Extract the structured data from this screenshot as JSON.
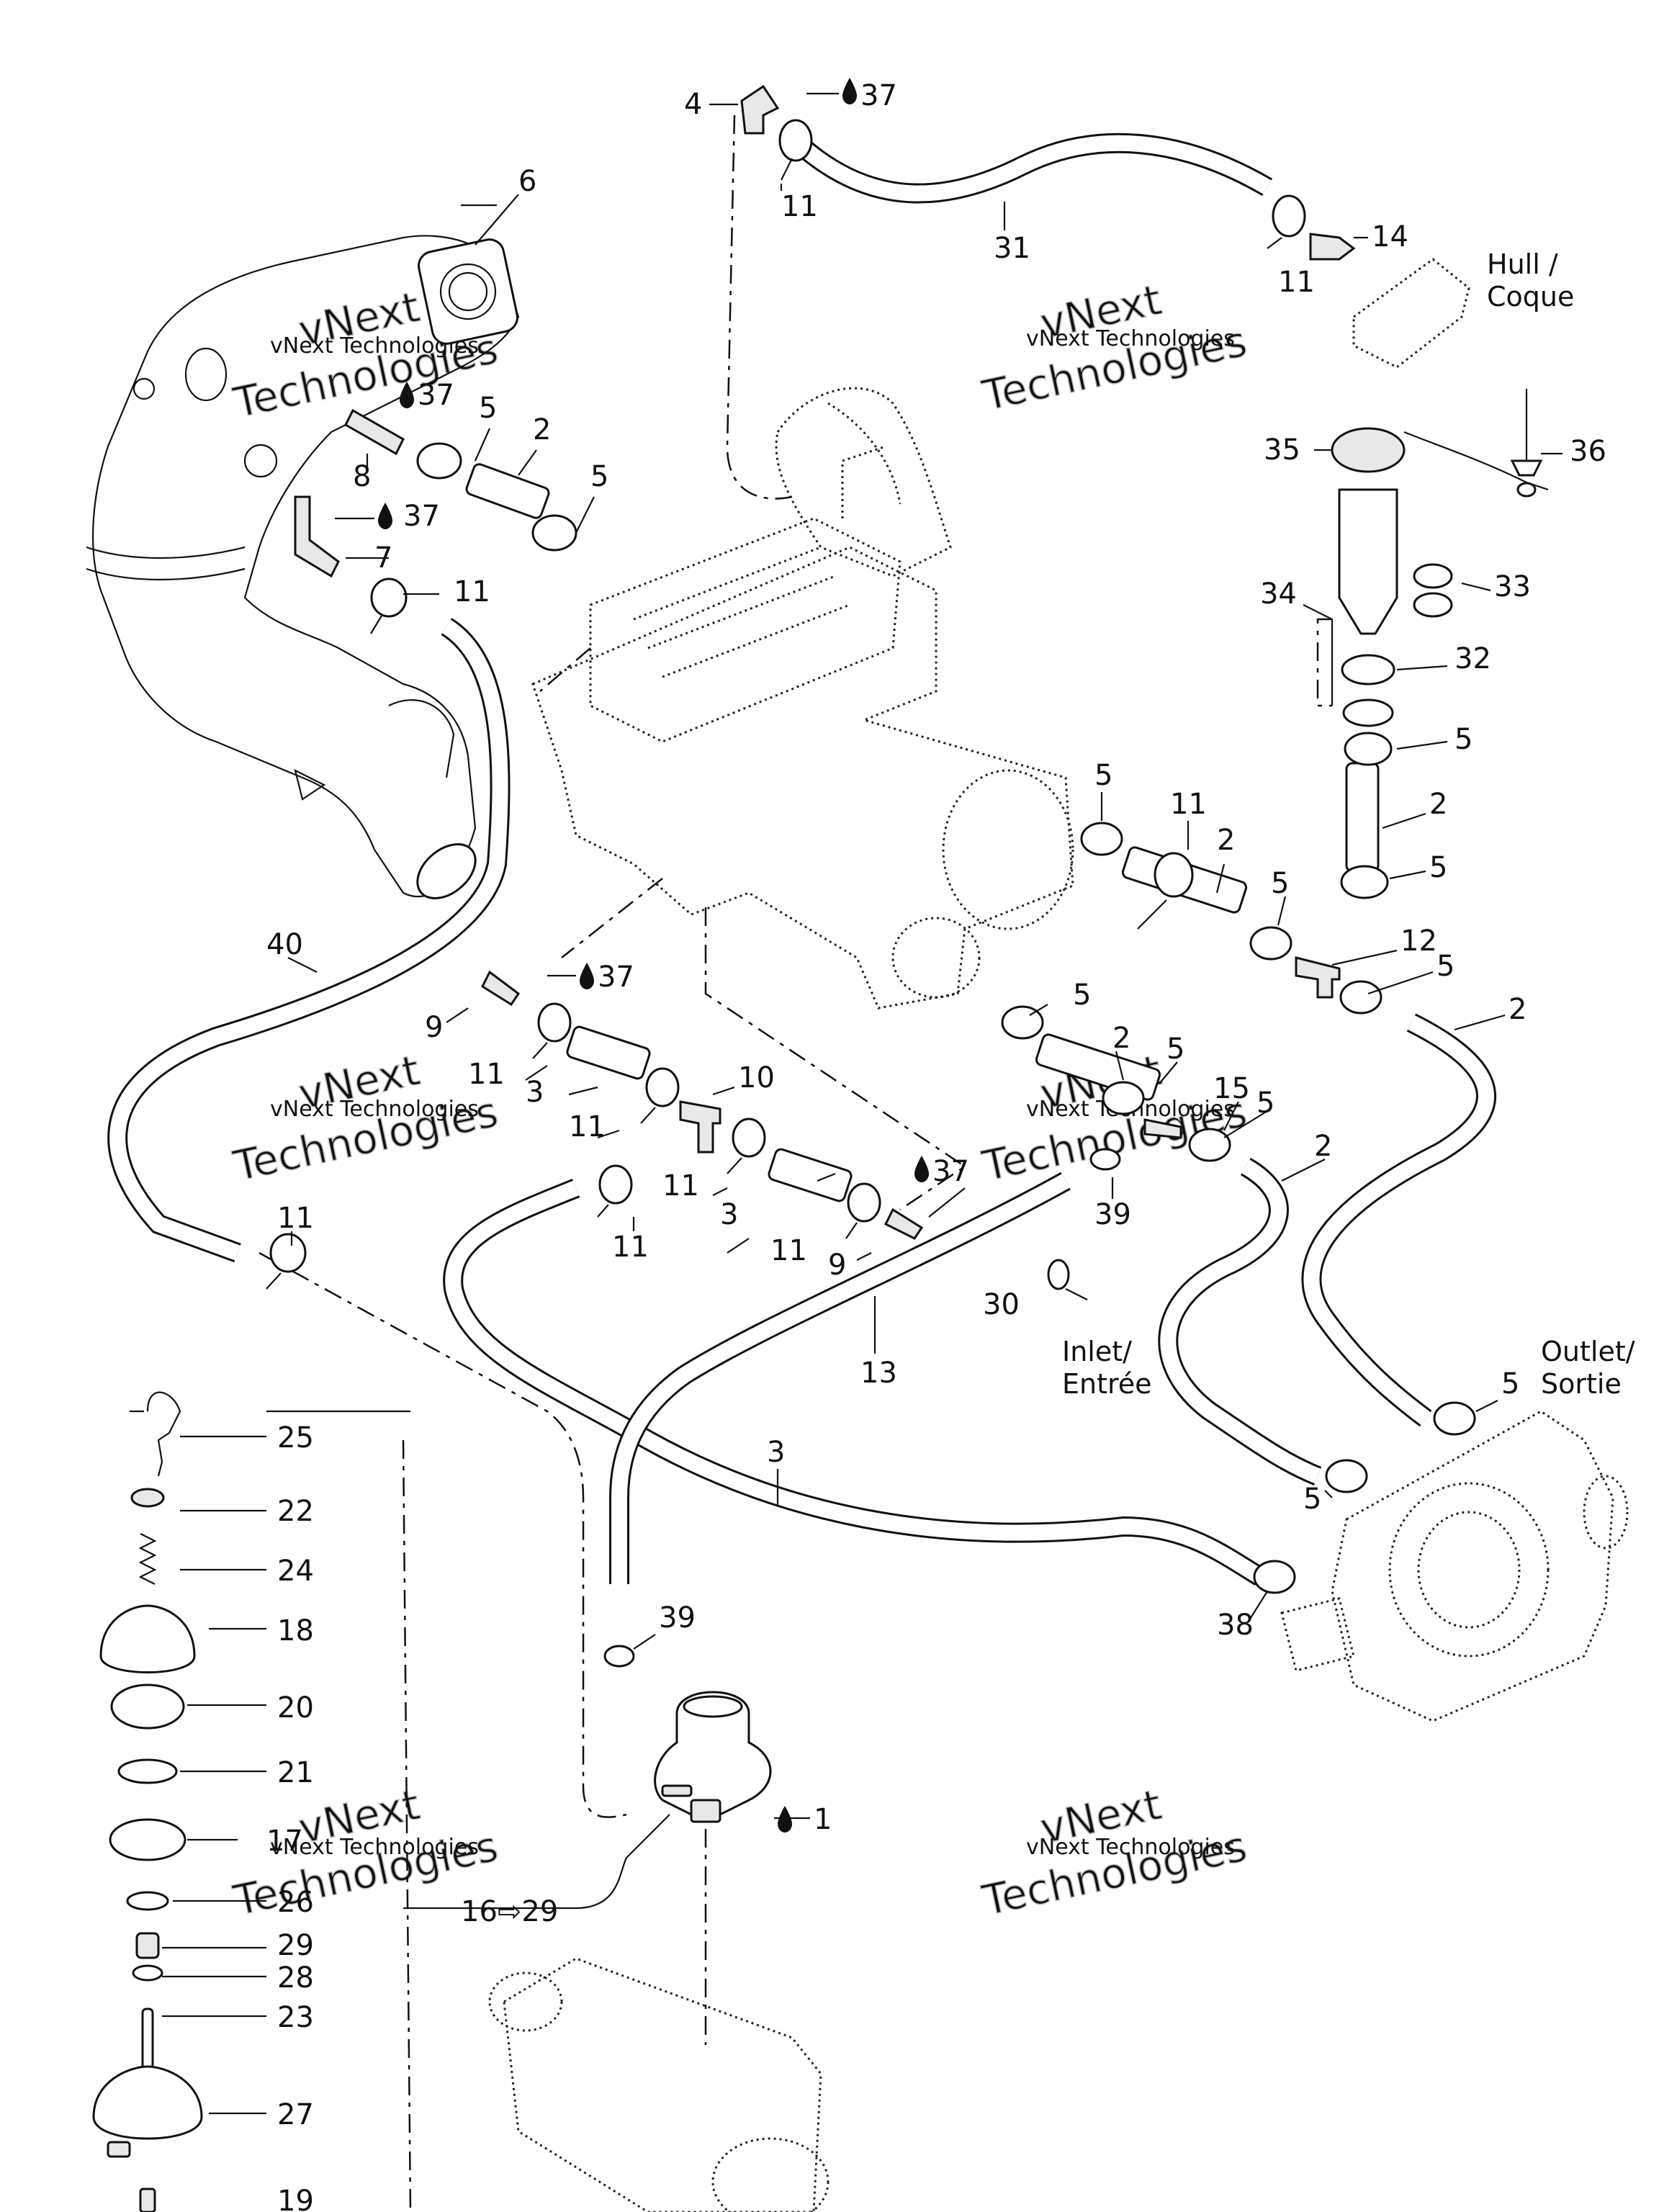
{
  "callouts": [
    {
      "id": "c4a",
      "text": "4"
    },
    {
      "id": "c37a",
      "text": "37"
    },
    {
      "id": "c11a",
      "text": "11"
    },
    {
      "id": "c31",
      "text": "31"
    },
    {
      "id": "c11b",
      "text": "11"
    },
    {
      "id": "c14",
      "text": "14"
    },
    {
      "id": "c6",
      "text": "6"
    },
    {
      "id": "c37b",
      "text": "37"
    },
    {
      "id": "c5a",
      "text": "5"
    },
    {
      "id": "c2a",
      "text": "2"
    },
    {
      "id": "c8",
      "text": "8"
    },
    {
      "id": "c5b",
      "text": "5"
    },
    {
      "id": "c37c",
      "text": "37"
    },
    {
      "id": "c7",
      "text": "7"
    },
    {
      "id": "c11c",
      "text": "11"
    },
    {
      "id": "c35",
      "text": "35"
    },
    {
      "id": "c36",
      "text": "36"
    },
    {
      "id": "c34",
      "text": "34"
    },
    {
      "id": "c33",
      "text": "33"
    },
    {
      "id": "c32",
      "text": "32"
    },
    {
      "id": "c5c",
      "text": "5"
    },
    {
      "id": "c2b",
      "text": "2"
    },
    {
      "id": "c5d",
      "text": "5"
    },
    {
      "id": "c5e",
      "text": "5"
    },
    {
      "id": "c11d",
      "text": "11"
    },
    {
      "id": "c2c",
      "text": "2"
    },
    {
      "id": "c5f",
      "text": "5"
    },
    {
      "id": "c12",
      "text": "12"
    },
    {
      "id": "c5g",
      "text": "5"
    },
    {
      "id": "c2d",
      "text": "2"
    },
    {
      "id": "c40",
      "text": "40"
    },
    {
      "id": "c37d",
      "text": "37"
    },
    {
      "id": "c9a",
      "text": "9"
    },
    {
      "id": "c11e",
      "text": "11"
    },
    {
      "id": "c3a",
      "text": "3"
    },
    {
      "id": "c10",
      "text": "10"
    },
    {
      "id": "c11f",
      "text": "11"
    },
    {
      "id": "c11g",
      "text": "11"
    },
    {
      "id": "c11h",
      "text": "11"
    },
    {
      "id": "c3b",
      "text": "3"
    },
    {
      "id": "c37e",
      "text": "37"
    },
    {
      "id": "c11i",
      "text": "11"
    },
    {
      "id": "c9b",
      "text": "9"
    },
    {
      "id": "c5h",
      "text": "5"
    },
    {
      "id": "c2e",
      "text": "2"
    },
    {
      "id": "c5i",
      "text": "5"
    },
    {
      "id": "c15",
      "text": "15"
    },
    {
      "id": "c5j",
      "text": "5"
    },
    {
      "id": "c2f",
      "text": "2"
    },
    {
      "id": "c39a",
      "text": "39"
    },
    {
      "id": "c11j",
      "text": "11"
    },
    {
      "id": "c13",
      "text": "13"
    },
    {
      "id": "c30",
      "text": "30"
    },
    {
      "id": "c5k",
      "text": "5"
    },
    {
      "id": "c5l",
      "text": "5"
    },
    {
      "id": "c3c",
      "text": "3"
    },
    {
      "id": "c38",
      "text": "38"
    },
    {
      "id": "c39b",
      "text": "39"
    },
    {
      "id": "c1",
      "text": "1"
    },
    {
      "id": "c25",
      "text": "25"
    },
    {
      "id": "c22",
      "text": "22"
    },
    {
      "id": "c24",
      "text": "24"
    },
    {
      "id": "c18",
      "text": "18"
    },
    {
      "id": "c20",
      "text": "20"
    },
    {
      "id": "c21",
      "text": "21"
    },
    {
      "id": "c17",
      "text": "17"
    },
    {
      "id": "c26",
      "text": "26"
    },
    {
      "id": "c29",
      "text": "29"
    },
    {
      "id": "c28",
      "text": "28"
    },
    {
      "id": "c23",
      "text": "23"
    },
    {
      "id": "c27",
      "text": "27"
    },
    {
      "id": "c19",
      "text": "19"
    },
    {
      "id": "c1629",
      "text": "16⇨29"
    }
  ],
  "labels": {
    "hull_line1": "Hull /",
    "hull_line2": "Coque",
    "inlet_line1": "Inlet/",
    "inlet_line2": "Entrée",
    "outlet_line1": "Outlet/",
    "outlet_line2": "Sortie"
  },
  "watermark": {
    "line1": "vNext Technologies",
    "big_top": "vNext",
    "big_bottom": "Technologies"
  },
  "colors": {
    "ink": "#111111",
    "watermark": "#bfbfbf",
    "background": "#ffffff"
  },
  "icons": [
    "oil-drop-icon"
  ]
}
